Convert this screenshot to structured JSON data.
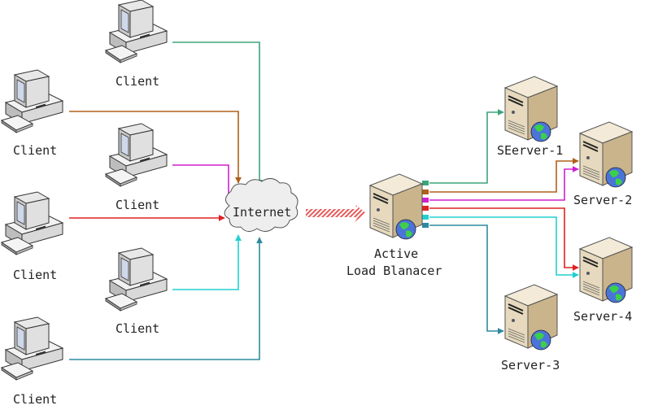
{
  "diagram": {
    "title": "Active Load Balancer Network",
    "clients": [
      {
        "id": "c1",
        "label": "Client"
      },
      {
        "id": "c2",
        "label": "Client"
      },
      {
        "id": "c3",
        "label": "Client"
      },
      {
        "id": "c4",
        "label": "Client"
      },
      {
        "id": "c5",
        "label": "Client"
      },
      {
        "id": "c6",
        "label": "Client"
      }
    ],
    "internet": {
      "label": "Internet"
    },
    "balancer": {
      "label_line1": "Active",
      "label_line2": "Load Blanacer"
    },
    "servers": [
      {
        "id": "s1",
        "label": "SEerver-1"
      },
      {
        "id": "s2",
        "label": "Server-2"
      },
      {
        "id": "s3",
        "label": "Server-3"
      },
      {
        "id": "s4",
        "label": "Server-4"
      }
    ],
    "colors": {
      "green": "#3aa57a",
      "brown": "#b0601a",
      "magenta": "#d020d0",
      "red": "#e02020",
      "cyan": "#20d0d0",
      "teal": "#2e8aa0",
      "hatch": "#e85a5a"
    }
  }
}
